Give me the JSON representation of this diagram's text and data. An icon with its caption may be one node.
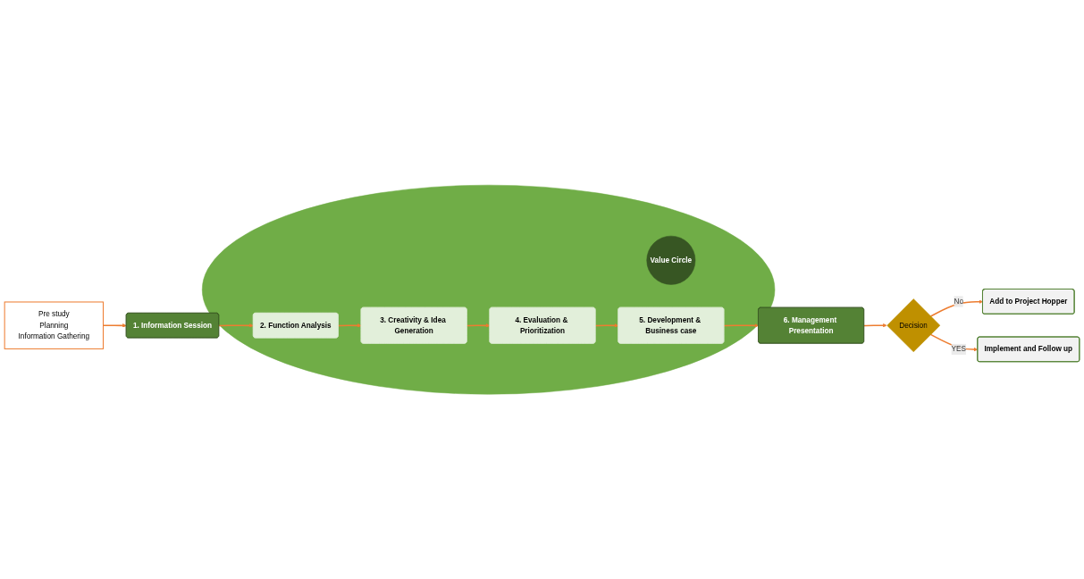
{
  "diagram": {
    "nodes": [
      {
        "text": [
          "Pre study",
          "Planning",
          "Information Gathering"
        ]
      },
      {
        "text": [
          "1. Information Session"
        ]
      },
      {
        "text": [],
        "shape": "ellipse"
      },
      {
        "text": [
          "2. Function Analysis"
        ],
        "in": 2
      },
      {
        "text": [
          "3. Creativity & Idea Generation"
        ],
        "in": 2
      },
      {
        "text": [
          "Value Circle"
        ],
        "in": 2
      },
      {
        "text": [
          "4. Evaluation & Prioritization"
        ],
        "in": 2
      },
      {
        "text": [
          "5. Development & Business case"
        ],
        "in": 2
      },
      {
        "text": [
          "6. Management Presentation"
        ]
      },
      {
        "text": [
          "Add to Project Hopper"
        ]
      },
      {
        "text": [
          "Decision"
        ]
      },
      {
        "text": [
          "Implement and Follow up"
        ]
      }
    ],
    "edges": [
      {
        "from": 0,
        "to": 1,
        "arrow": "to"
      },
      {
        "from": 1,
        "to": 3,
        "arrow": "to"
      },
      {
        "from": 3,
        "to": 4,
        "arrow": "to"
      },
      {
        "from": 4,
        "to": 6,
        "arrow": "to"
      },
      {
        "from": 6,
        "to": 7,
        "arrow": "to"
      },
      {
        "from": 7,
        "to": 8,
        "arrow": "to"
      },
      {
        "from": 8,
        "to": 10,
        "arrow": "to"
      },
      {
        "from": 10,
        "to": 9,
        "label": "No",
        "arrow": "to"
      },
      {
        "from": 10,
        "to": 11,
        "label": "YES",
        "arrow": "to"
      }
    ]
  }
}
